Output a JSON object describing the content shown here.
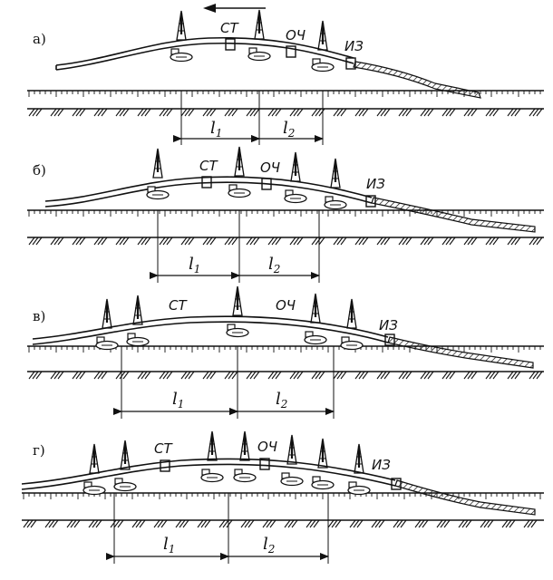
{
  "direction_arrow": "arrow-left",
  "panels": [
    {
      "label": "а)",
      "tags": {
        "st": "СТ",
        "och": "ОЧ",
        "iz": "ИЗ"
      },
      "dims": [
        {
          "main": "l",
          "sub": "1"
        },
        {
          "main": "l",
          "sub": "2"
        }
      ]
    },
    {
      "label": "б)",
      "tags": {
        "st": "СТ",
        "och": "ОЧ",
        "iz": "ИЗ"
      },
      "dims": [
        {
          "main": "l",
          "sub": "1"
        },
        {
          "main": "l",
          "sub": "2"
        }
      ]
    },
    {
      "label": "в)",
      "tags": {
        "st": "СТ",
        "och": "ОЧ",
        "iz": "ИЗ"
      },
      "dims": [
        {
          "main": "l",
          "sub": "1"
        },
        {
          "main": "l",
          "sub": "2"
        }
      ]
    },
    {
      "label": "г)",
      "tags": {
        "st": "СТ",
        "och": "ОЧ",
        "iz": "ИЗ"
      },
      "dims": [
        {
          "main": "l",
          "sub": "1"
        },
        {
          "main": "l",
          "sub": "2"
        }
      ]
    }
  ]
}
